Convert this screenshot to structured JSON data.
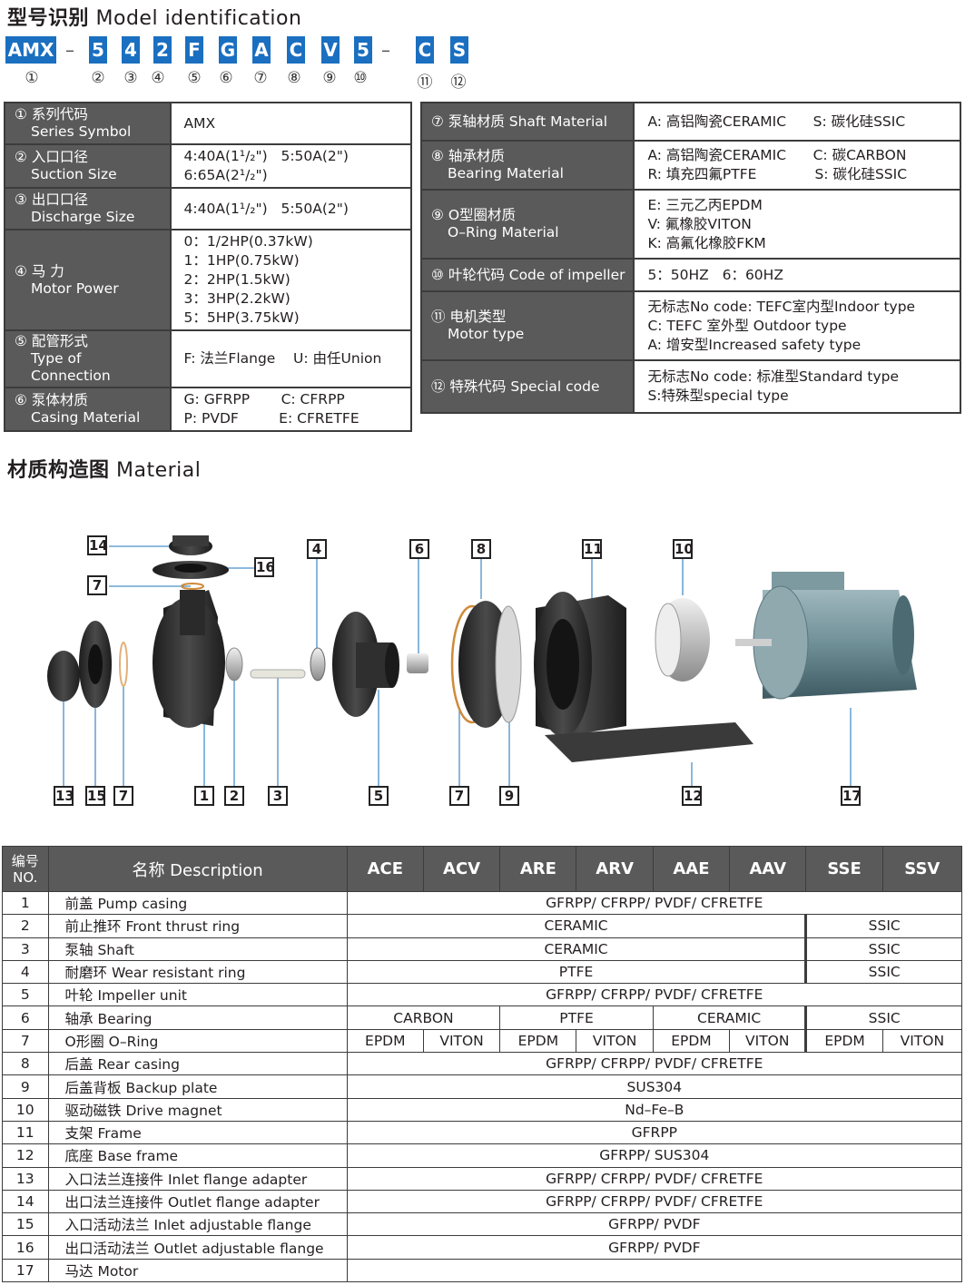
{
  "model_section": {
    "title_cn": "型号识别",
    "title_en": "Model identification"
  },
  "code": {
    "boxes": [
      "AMX",
      "5",
      "4",
      "2",
      "F",
      "G",
      "A",
      "C",
      "V",
      "5",
      "C",
      "S"
    ],
    "dash": "–",
    "numbers": [
      "①",
      "②",
      "③",
      "④",
      "⑤",
      "⑥",
      "⑦",
      "⑧",
      "⑨",
      "⑩",
      "⑪",
      "⑫"
    ]
  },
  "spec_left": [
    {
      "cn": "① 系列代码",
      "en": "Series Symbol",
      "lines": [
        "AMX"
      ]
    },
    {
      "cn": "② 入口口径",
      "en": "Suction Size",
      "lines": [
        "4:40A(1¹/₂\")   5:50A(2\")",
        "6:65A(2¹/₂\")"
      ]
    },
    {
      "cn": "③ 出口口径",
      "en": "Discharge Size",
      "lines": [
        "4:40A(1¹/₂\")   5:50A(2\")"
      ]
    },
    {
      "cn": "④ 马  力",
      "en": "Motor Power",
      "lines": [
        "0：1/2HP(0.37kW)",
        "1：1HP(0.75kW)",
        "2：2HP(1.5kW)",
        "3：3HP(2.2kW)",
        "5：5HP(3.75kW)"
      ]
    },
    {
      "cn": "⑤ 配管形式",
      "en": "Type of Connection",
      "lines": [
        "F: 法兰Flange    U: 由任Union"
      ]
    },
    {
      "cn": "⑥ 泵体材质",
      "en": "Casing Material",
      "lines": [
        "G: GFRPP       C: CFRPP",
        "P: PVDF         E: CFRETFE"
      ]
    }
  ],
  "spec_right": [
    {
      "cn": "⑦ 泵轴材质 Shaft Material",
      "en": "",
      "lines": [
        "A: 高铝陶瓷CERAMIC      S: 碳化硅SSIC"
      ]
    },
    {
      "cn": "⑧ 轴承材质",
      "en": "Bearing Material",
      "lines": [
        "A: 高铝陶瓷CERAMIC      C: 碳CARBON",
        "R: 填充四氟PTFE             S: 碳化硅SSIC"
      ]
    },
    {
      "cn": "⑨ O型圈材质",
      "en": "O–Ring Material",
      "lines": [
        "E: 三元乙丙EPDM",
        "V: 氟橡胶VITON",
        "K: 高氟化橡胶FKM"
      ]
    },
    {
      "cn": "⑩ 叶轮代码 Code of impeller",
      "en": "",
      "lines": [
        "5：50HZ   6：60HZ"
      ]
    },
    {
      "cn": "⑪ 电机类型",
      "en": "Motor type",
      "lines": [
        "无标志No code: TEFC室内型Indoor type",
        "C: TEFC 室外型 Outdoor type",
        "A: 增安型Increased safety type"
      ]
    },
    {
      "cn": "⑫ 特殊代码 Special code",
      "en": "",
      "lines": [
        "无标志No code: 标准型Standard type",
        "S:特殊型special type"
      ]
    }
  ],
  "material_section": {
    "title_cn": "材质构造图",
    "title_en": "Material"
  },
  "diagram": {
    "callouts": [
      "14",
      "7",
      "16",
      "4",
      "6",
      "8",
      "11",
      "10",
      "13",
      "15",
      "7",
      "1",
      "2",
      "3",
      "5",
      "7",
      "9",
      "12",
      "17"
    ]
  },
  "material_table": {
    "header_no": [
      "编号",
      "NO."
    ],
    "header_desc": "名称 Description",
    "models": [
      "ACE",
      "ACV",
      "ARE",
      "ARV",
      "AAE",
      "AAV",
      "SSE",
      "SSV"
    ],
    "rows": [
      {
        "no": "1",
        "desc": "前盖 Pump casing",
        "cells": [
          {
            "t": "GFRPP/ CFRPP/ PVDF/ CFRETFE",
            "span": 8
          }
        ]
      },
      {
        "no": "2",
        "desc": "前止推环 Front thrust ring",
        "cells": [
          {
            "t": "CERAMIC",
            "span": 6
          },
          {
            "t": "SSIC",
            "span": 2
          }
        ]
      },
      {
        "no": "3",
        "desc": "泵轴 Shaft",
        "cells": [
          {
            "t": "CERAMIC",
            "span": 6
          },
          {
            "t": "SSIC",
            "span": 2
          }
        ]
      },
      {
        "no": "4",
        "desc": "耐磨环 Wear resistant ring",
        "cells": [
          {
            "t": "PTFE",
            "span": 6
          },
          {
            "t": "SSIC",
            "span": 2
          }
        ]
      },
      {
        "no": "5",
        "desc": "叶轮 Impeller unit",
        "cells": [
          {
            "t": "GFRPP/ CFRPP/ PVDF/ CFRETFE",
            "span": 8
          }
        ]
      },
      {
        "no": "6",
        "desc": "轴承 Bearing",
        "cells": [
          {
            "t": "CARBON",
            "span": 2
          },
          {
            "t": "PTFE",
            "span": 2
          },
          {
            "t": "CERAMIC",
            "span": 2
          },
          {
            "t": "SSIC",
            "span": 2
          }
        ]
      },
      {
        "no": "7",
        "desc": "O形圈 O–Ring",
        "cells": [
          {
            "t": "EPDM",
            "span": 1
          },
          {
            "t": "VITON",
            "span": 1
          },
          {
            "t": "EPDM",
            "span": 1
          },
          {
            "t": "VITON",
            "span": 1
          },
          {
            "t": "EPDM",
            "span": 1
          },
          {
            "t": "VITON",
            "span": 1
          },
          {
            "t": "EPDM",
            "span": 1
          },
          {
            "t": "VITON",
            "span": 1
          }
        ]
      },
      {
        "no": "8",
        "desc": "后盖 Rear casing",
        "cells": [
          {
            "t": "GFRPP/ CFRPP/ PVDF/ CFRETFE",
            "span": 8
          }
        ]
      },
      {
        "no": "9",
        "desc": "后盖背板 Backup plate",
        "cells": [
          {
            "t": "SUS304",
            "span": 8
          }
        ]
      },
      {
        "no": "10",
        "desc": "驱动磁铁 Drive magnet",
        "cells": [
          {
            "t": "Nd–Fe–B",
            "span": 8
          }
        ]
      },
      {
        "no": "11",
        "desc": "支架 Frame",
        "cells": [
          {
            "t": "GFRPP",
            "span": 8
          }
        ]
      },
      {
        "no": "12",
        "desc": "底座 Base frame",
        "cells": [
          {
            "t": "GFRPP/ SUS304",
            "span": 8
          }
        ]
      },
      {
        "no": "13",
        "desc": "入口法兰连接件 Inlet flange adapter",
        "cells": [
          {
            "t": "GFRPP/ CFRPP/ PVDF/ CFRETFE",
            "span": 8
          }
        ]
      },
      {
        "no": "14",
        "desc": "出口法兰连接件 Outlet flange adapter",
        "cells": [
          {
            "t": "GFRPP/ CFRPP/ PVDF/ CFRETFE",
            "span": 8
          }
        ]
      },
      {
        "no": "15",
        "desc": "入口活动法兰 Inlet adjustable flange",
        "cells": [
          {
            "t": "GFRPP/ PVDF",
            "span": 8
          }
        ]
      },
      {
        "no": "16",
        "desc": "出口活动法兰 Outlet adjustable flange",
        "cells": [
          {
            "t": "GFRPP/ PVDF",
            "span": 8
          }
        ]
      },
      {
        "no": "17",
        "desc": "马达 Motor",
        "cells": [
          {
            "t": "",
            "span": 8
          }
        ]
      }
    ]
  }
}
